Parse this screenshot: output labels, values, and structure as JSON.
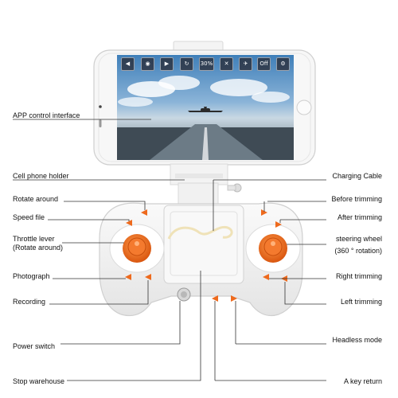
{
  "labels": {
    "app_control_interface": "APP control interface",
    "cell_phone_holder": "Cell phone holder",
    "rotate_around": "Rotate around",
    "speed_file": "Speed file",
    "throttle_lever": "Throttle lever",
    "throttle_lever_sub": "(Rotate around)",
    "photograph": "Photograph",
    "recording": "Recording",
    "power_switch": "Power switch",
    "stop_warehouse": "Stop warehouse",
    "charging_cable": "Charging Cable",
    "before_trimming": "Before trimming",
    "after_trimming": "After trimming",
    "steering_wheel": "steering wheel",
    "steering_wheel_sub": "(360 ° rotation)",
    "right_trimming": "Right trimming",
    "left_trimming": "Left trimming",
    "headless_mode": "Headless mode",
    "a_key_return": "A key return"
  },
  "app_toolbar": {
    "speed_value": "30%",
    "off_label": "Off",
    "icons": [
      "back-icon",
      "photo-icon",
      "video-icon",
      "rotate-icon",
      "speed-icon",
      "headless-icon",
      "gravity-icon",
      "off-icon",
      "settings-icon"
    ]
  },
  "colors": {
    "accent": "#ee6a1d",
    "device_white": "#f2f2f2",
    "sky": "#6fa2cf",
    "runway": "#4a5a66"
  }
}
